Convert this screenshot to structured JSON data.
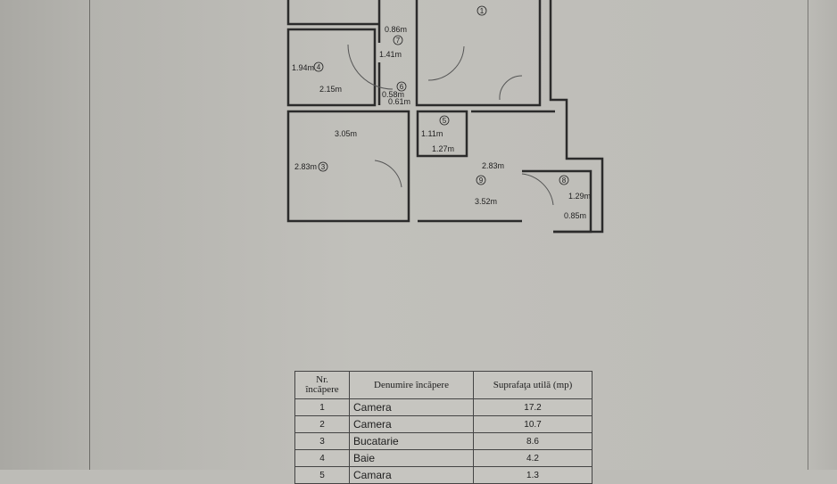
{
  "plan": {
    "rooms": [
      {
        "id": "1"
      },
      {
        "id": "3",
        "dims": [
          "3.05m",
          "2.83m"
        ]
      },
      {
        "id": "4",
        "dims": [
          "1.94m",
          "2.15m"
        ]
      },
      {
        "id": "5",
        "dims": [
          "1.11m",
          "1.27m"
        ]
      },
      {
        "id": "6",
        "dims": [
          "0.58m",
          "0.61m"
        ]
      },
      {
        "id": "7",
        "dims": [
          "0.86m",
          "1.41m"
        ]
      },
      {
        "id": "8",
        "dims": [
          "1.29m",
          "0.85m"
        ]
      },
      {
        "id": "9",
        "dims": [
          "2.83m",
          "3.52m"
        ]
      }
    ]
  },
  "table": {
    "headers": [
      "Nr. încăpere",
      "Denumire încăpere",
      "Suprafaţa utilă (mp)"
    ],
    "rows": [
      {
        "nr": "1",
        "name": "Camera",
        "area": "17.2"
      },
      {
        "nr": "2",
        "name": "Camera",
        "area": "10.7"
      },
      {
        "nr": "3",
        "name": "Bucatarie",
        "area": "8.6"
      },
      {
        "nr": "4",
        "name": "Baie",
        "area": "4.2"
      },
      {
        "nr": "5",
        "name": "Camara",
        "area": "1.3"
      }
    ]
  }
}
